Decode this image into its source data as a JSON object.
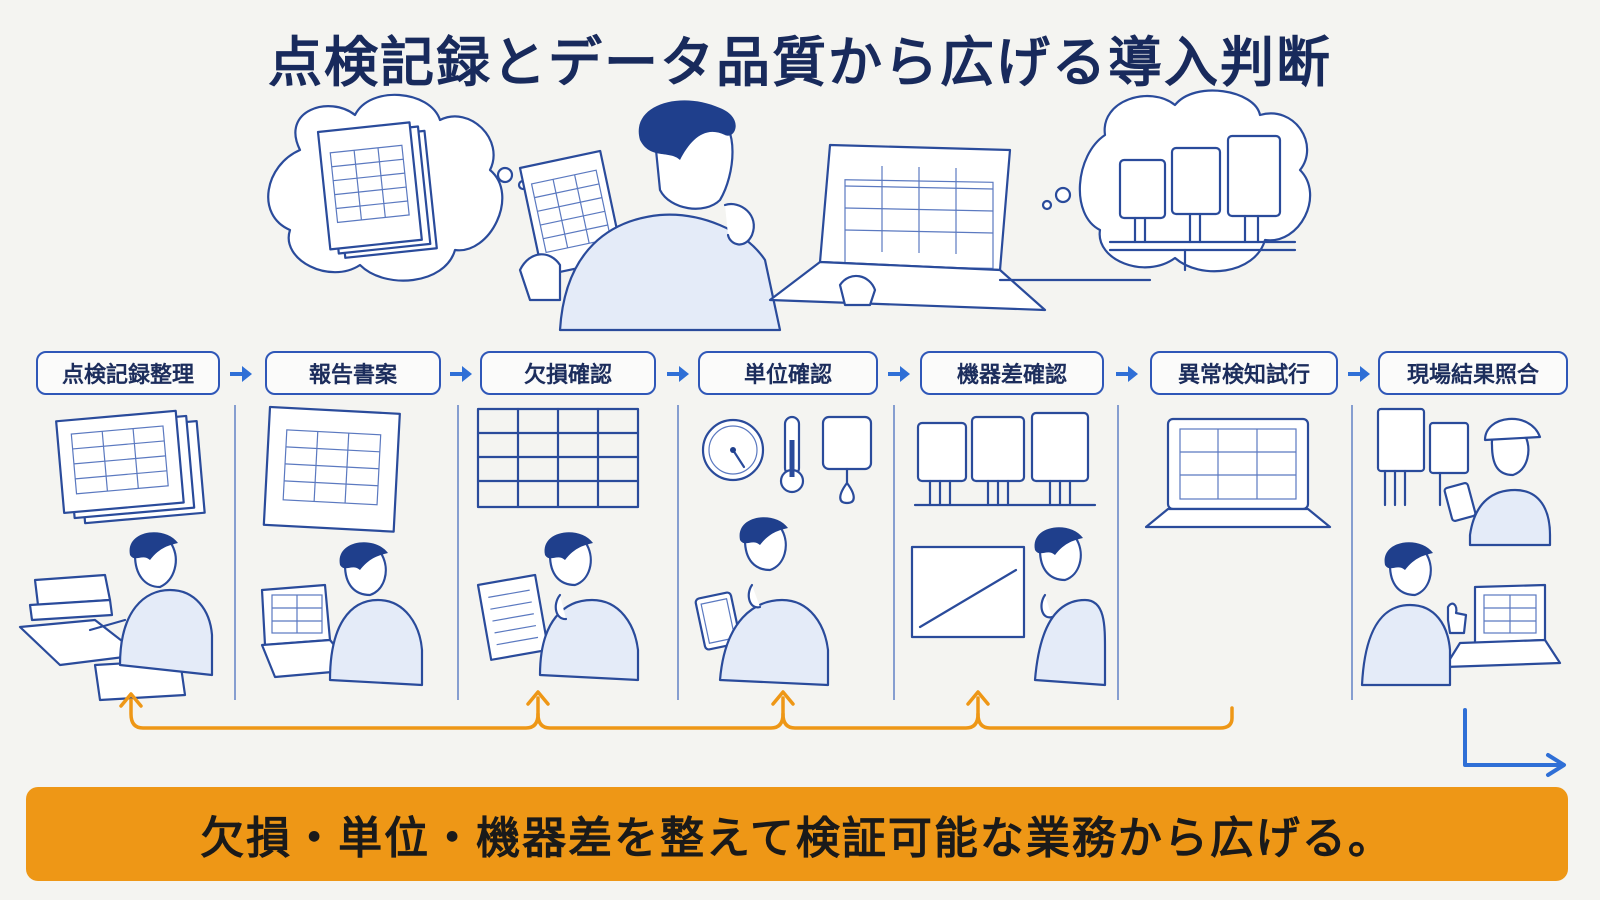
{
  "title": "点検記録とデータ品質から広げる導入判断",
  "steps": [
    {
      "label": "点検記録整理"
    },
    {
      "label": "報告書案"
    },
    {
      "label": "欠損確認"
    },
    {
      "label": "単位確認"
    },
    {
      "label": "機器差確認"
    },
    {
      "label": "異常検知試行"
    },
    {
      "label": "現場結果照合"
    }
  ],
  "banner": "欠損・単位・機器差を整えて検証可能な業務から広げる。",
  "colors": {
    "title": "#182a5c",
    "line": "#2a4b9b",
    "label_border": "#2f57b8",
    "arrow": "#2f6fd6",
    "feedback": "#ee9716",
    "banner_bg": "#ee9716",
    "background": "#f4f4f1"
  }
}
